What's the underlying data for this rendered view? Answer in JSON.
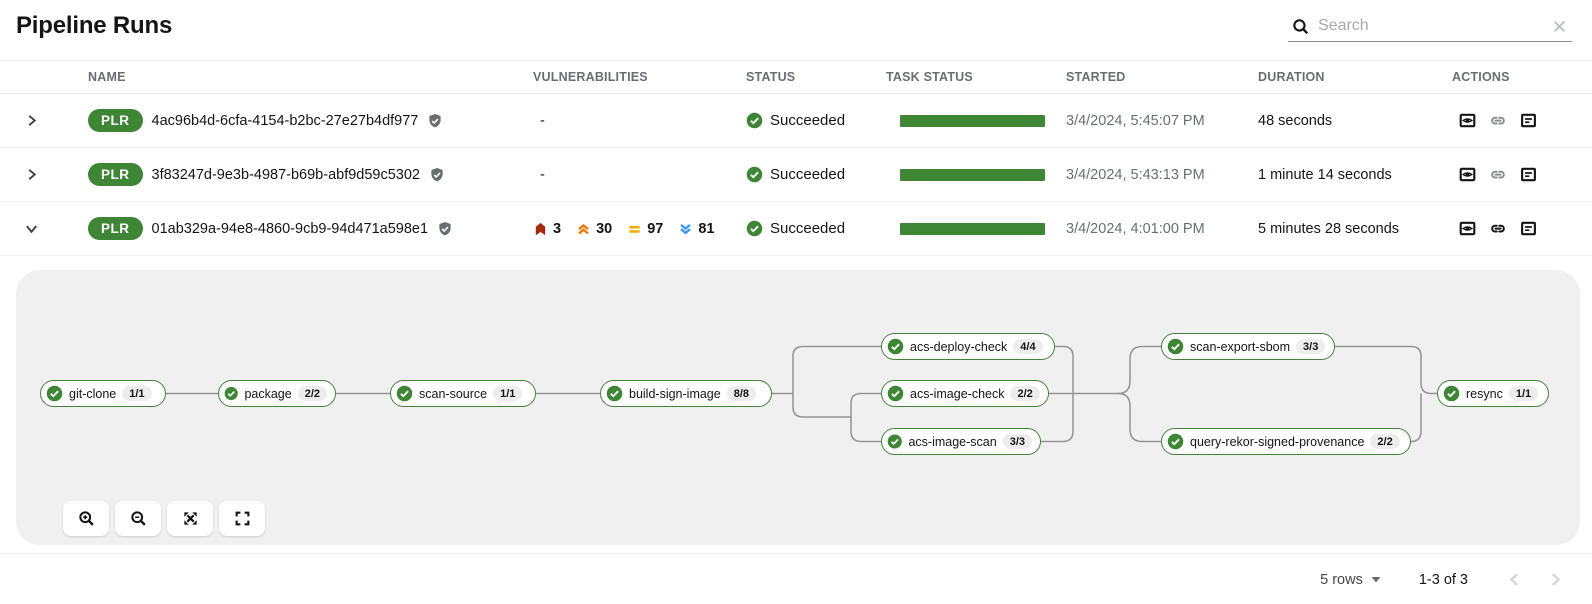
{
  "page": {
    "title": "Pipeline Runs"
  },
  "search": {
    "placeholder": "Search"
  },
  "table": {
    "columns": {
      "name": "NAME",
      "vulnerabilities": "VULNERABILITIES",
      "status": "STATUS",
      "task_status": "TASK STATUS",
      "started": "STARTED",
      "duration": "DURATION",
      "actions": "ACTIONS"
    },
    "rows": [
      {
        "badge": "PLR",
        "name": "4ac96b4d-6cfa-4154-b2bc-27e27b4df977",
        "vulnerabilities": "-",
        "status": "Succeeded",
        "started": "3/4/2024, 5:45:07 PM",
        "duration": "48 seconds"
      },
      {
        "badge": "PLR",
        "name": "3f83247d-9e3b-4987-b69b-abf9d59c5302",
        "vulnerabilities": "-",
        "status": "Succeeded",
        "started": "3/4/2024, 5:43:13 PM",
        "duration": "1 minute 14 seconds"
      },
      {
        "badge": "PLR",
        "name": "01ab329a-94e8-4860-9cb9-94d471a598e1",
        "vulnerabilities": {
          "critical": "3",
          "high": "30",
          "medium": "97",
          "low": "81"
        },
        "status": "Succeeded",
        "started": "3/4/2024, 4:01:00 PM",
        "duration": "5 minutes 28 seconds"
      }
    ]
  },
  "pipeline": {
    "tasks": [
      {
        "name": "git-clone",
        "count": "1/1"
      },
      {
        "name": "package",
        "count": "2/2"
      },
      {
        "name": "scan-source",
        "count": "1/1"
      },
      {
        "name": "build-sign-image",
        "count": "8/8"
      },
      {
        "name": "acs-deploy-check",
        "count": "4/4"
      },
      {
        "name": "acs-image-check",
        "count": "2/2"
      },
      {
        "name": "acs-image-scan",
        "count": "3/3"
      },
      {
        "name": "scan-export-sbom",
        "count": "3/3"
      },
      {
        "name": "query-rekor-signed-provenance",
        "count": "2/2"
      },
      {
        "name": "resync",
        "count": "1/1"
      }
    ]
  },
  "pagination": {
    "rows_per_page": "5 rows",
    "range_label": "1-3 of 3"
  },
  "colors": {
    "success_green": "#3e8635",
    "critical": "#a5290f",
    "high": "#ec7a08",
    "medium": "#f0ab00",
    "low": "#3b9bf0"
  }
}
